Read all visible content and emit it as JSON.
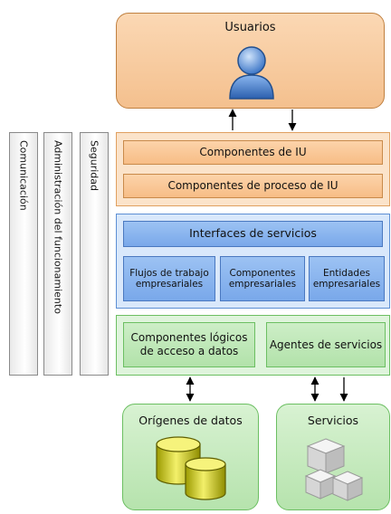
{
  "side_bars": [
    {
      "label": "Comunicación"
    },
    {
      "label": "Administración del funcionamiento"
    },
    {
      "label": "Seguridad"
    }
  ],
  "users": {
    "title": "Usuarios",
    "icon": "user-icon"
  },
  "presentation": {
    "ui_components": "Componentes de IU",
    "ui_process_components": "Componentes de proceso de IU"
  },
  "business": {
    "service_interfaces": "Interfaces de servicios",
    "workflows": "Flujos de trabajo empresariales",
    "components": "Componentes empresariales",
    "entities": "Entidades empresariales"
  },
  "data_access": {
    "logic_components": "Componentes lógicos de acceso a datos",
    "service_agents": "Agentes de servicios"
  },
  "data_sources": {
    "title": "Orígenes de datos",
    "icon": "database-icon"
  },
  "services": {
    "title": "Servicios",
    "icon": "cubes-icon"
  },
  "colors": {
    "presentation": "#f7bd86",
    "business": "#79a8ea",
    "data": "#b2e2aa"
  }
}
